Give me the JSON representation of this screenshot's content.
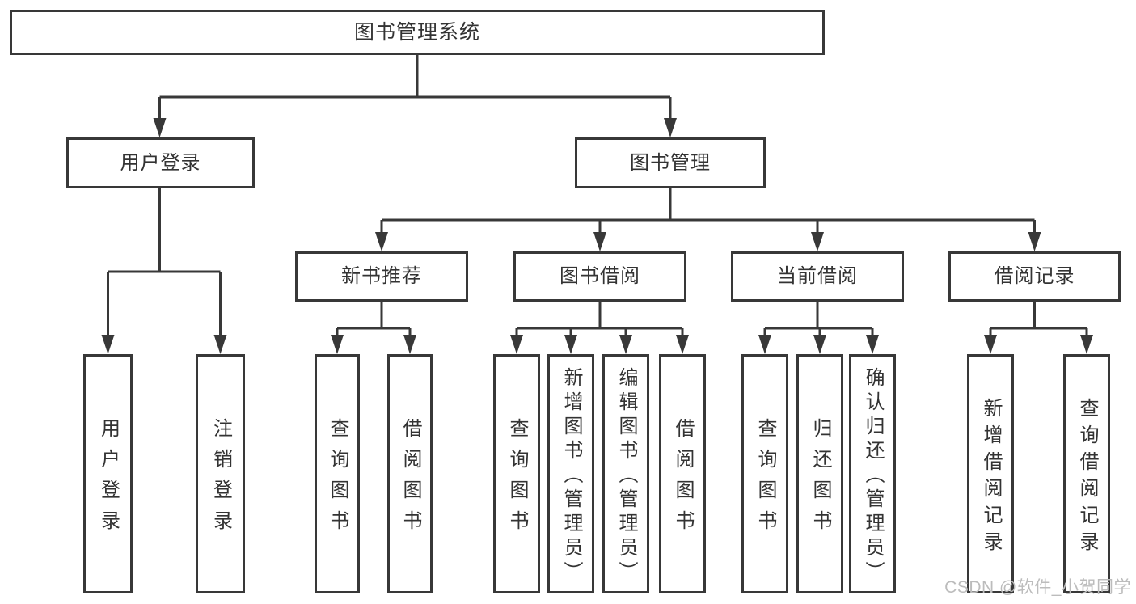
{
  "diagram": {
    "type": "hierarchy-tree",
    "colors": {
      "background": "#ffffff",
      "line": "#383838",
      "box_border": "#383838",
      "text": "#333333",
      "watermark": "#bcbcbc"
    },
    "nodes": {
      "root": {
        "label": "图书管理系统"
      },
      "user_login": {
        "label": "用户登录"
      },
      "book_mgmt": {
        "label": "图书管理"
      },
      "new_book_rec": {
        "label": "新书推荐"
      },
      "book_borrow": {
        "label": "图书借阅"
      },
      "current_borrow": {
        "label": "当前借阅"
      },
      "borrow_record": {
        "label": "借阅记录"
      },
      "leaf_user_login": {
        "label": "用户登录"
      },
      "leaf_logout": {
        "label": "注销登录"
      },
      "leaf_query_book_rec": {
        "label": "查询图书"
      },
      "leaf_borrow_book_rec": {
        "label": "借阅图书"
      },
      "leaf_query_book_borrow": {
        "label": "查询图书"
      },
      "leaf_add_book_admin": {
        "label": "新增图书（管理员）"
      },
      "leaf_edit_book_admin": {
        "label": "编辑图书（管理员）"
      },
      "leaf_borrow_book_borrow": {
        "label": "借阅图书"
      },
      "leaf_query_book_current": {
        "label": "查询图书"
      },
      "leaf_return_book": {
        "label": "归还图书"
      },
      "leaf_confirm_return_admin": {
        "label": "确认归还（管理员）"
      },
      "leaf_add_borrow_record": {
        "label": "新增借阅记录"
      },
      "leaf_query_borrow_record": {
        "label": "查询借阅记录"
      }
    },
    "edges": [
      "图书管理系统→用户登录",
      "图书管理系统→图书管理",
      "用户登录→用户登录",
      "用户登录→注销登录",
      "图书管理→新书推荐",
      "图书管理→图书借阅",
      "图书管理→当前借阅",
      "图书管理→借阅记录",
      "新书推荐→查询图书",
      "新书推荐→借阅图书",
      "图书借阅→查询图书",
      "图书借阅→新增图书（管理员）",
      "图书借阅→编辑图书（管理员）",
      "图书借阅→借阅图书",
      "当前借阅→查询图书",
      "当前借阅→归还图书",
      "当前借阅→确认归还（管理员）",
      "借阅记录→新增借阅记录",
      "借阅记录→查询借阅记录"
    ],
    "watermark": "CSDN @软件_小贺同学"
  }
}
